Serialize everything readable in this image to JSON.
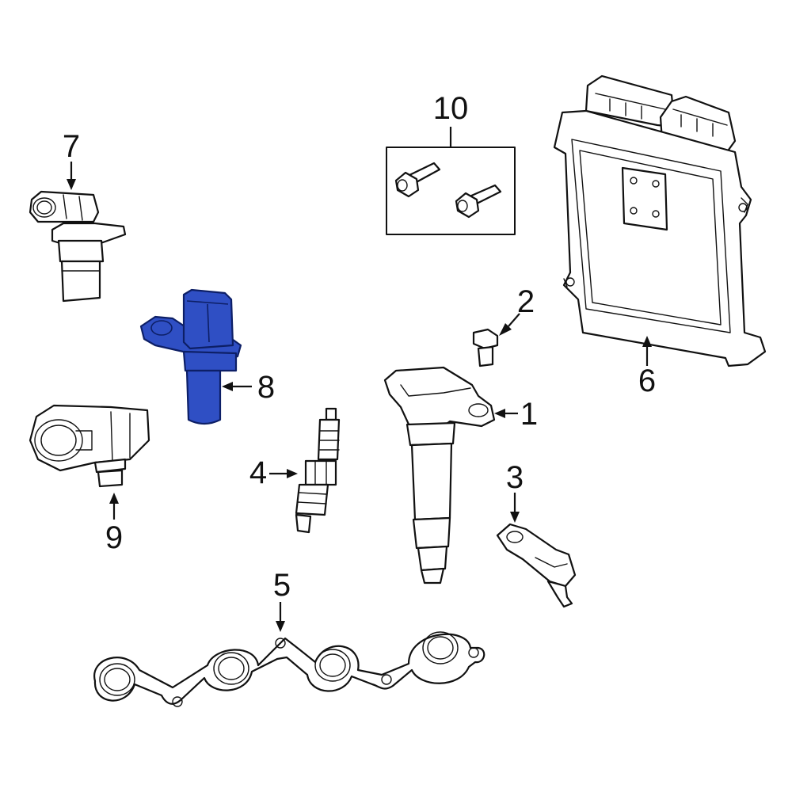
{
  "callouts": {
    "c1": "1",
    "c2": "2",
    "c3": "3",
    "c4": "4",
    "c5": "5",
    "c6": "6",
    "c7": "7",
    "c8": "8",
    "c9": "9",
    "c10": "10"
  },
  "colors": {
    "highlight": "#2f4fc4",
    "linework": "#111111",
    "background": "#ffffff"
  },
  "highlighted_part": "8"
}
